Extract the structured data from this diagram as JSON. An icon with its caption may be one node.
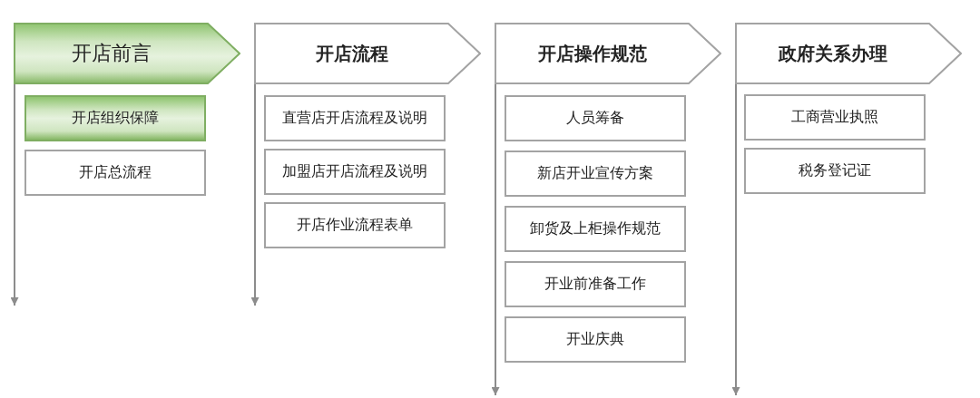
{
  "diagram": {
    "nodes": [
      {
        "text": [
          "开店前言"
        ]
      },
      {
        "text": [
          "开店组织保障"
        ]
      },
      {
        "text": [
          "开店总流程"
        ]
      },
      {
        "text": [
          "开店流程"
        ]
      },
      {
        "text": [
          "直营店开店流程及说明"
        ]
      },
      {
        "text": [
          "加盟店开店流程及说明"
        ]
      },
      {
        "text": [
          "开店作业流程表单"
        ]
      },
      {
        "text": [
          "开店操作规范"
        ]
      },
      {
        "text": [
          "人员筹备"
        ]
      },
      {
        "text": [
          "新店开业宣传方案"
        ]
      },
      {
        "text": [
          "卸货及上柜操作规范"
        ]
      },
      {
        "text": [
          "开业前准备工作"
        ]
      },
      {
        "text": [
          "开业庆典"
        ]
      },
      {
        "text": [
          "政府关系办理"
        ]
      },
      {
        "text": [
          "工商营业执照"
        ]
      },
      {
        "text": [
          "税务登记证"
        ]
      }
    ],
    "edges": [
      {
        "from": 0,
        "to": null,
        "arrow": "to"
      },
      {
        "from": 3,
        "to": null,
        "arrow": "to"
      },
      {
        "from": 7,
        "to": null,
        "arrow": "to"
      },
      {
        "from": 13,
        "to": null,
        "arrow": "to"
      }
    ]
  }
}
